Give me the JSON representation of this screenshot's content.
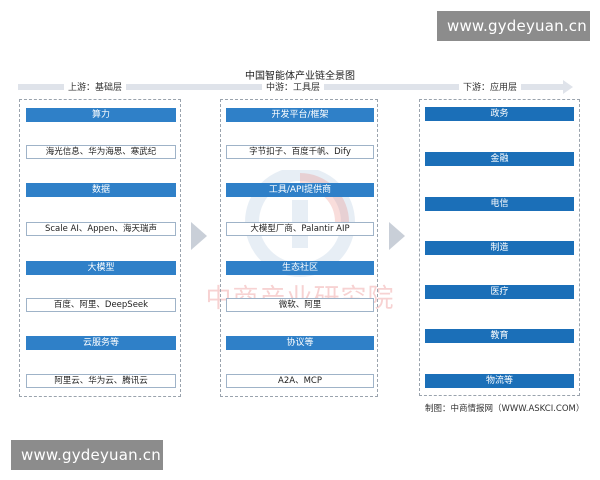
{
  "watermark": {
    "top": "www.gydeyuan.cn",
    "bottom": "www.gydeyuan.cn",
    "center": "中商产业研究院"
  },
  "title": "中国智能体产业链全景图",
  "sections": {
    "upstream": "上游：基础层",
    "midstream": "中游：工具层",
    "downstream": "下游：应用层"
  },
  "upstream": [
    {
      "head": "算力",
      "item": "海光信息、华为海思、寒武纪"
    },
    {
      "head": "数据",
      "item": "Scale AI、Appen、海天瑞声"
    },
    {
      "head": "大模型",
      "item": "百度、阿里、DeepSeek"
    },
    {
      "head": "云服务等",
      "item": "阿里云、华为云、腾讯云"
    }
  ],
  "midstream": [
    {
      "head": "开发平台/框架",
      "item": "字节扣子、百度千帆、Dify"
    },
    {
      "head": "工具/API提供商",
      "item": "大模型厂商、Palantir AIP"
    },
    {
      "head": "生态社区",
      "item": "微软、阿里"
    },
    {
      "head": "协议等",
      "item": "A2A、MCP"
    }
  ],
  "downstream": [
    "政务",
    "金融",
    "电信",
    "制造",
    "医疗",
    "教育",
    "物流等"
  ],
  "source": "制图：中商情报网（WWW.ASKCI.COM）",
  "colors": {
    "header_blue": "#2f80c8",
    "downstream_blue": "#1b6fb8",
    "arrow_gray": "#c9cfd8"
  }
}
